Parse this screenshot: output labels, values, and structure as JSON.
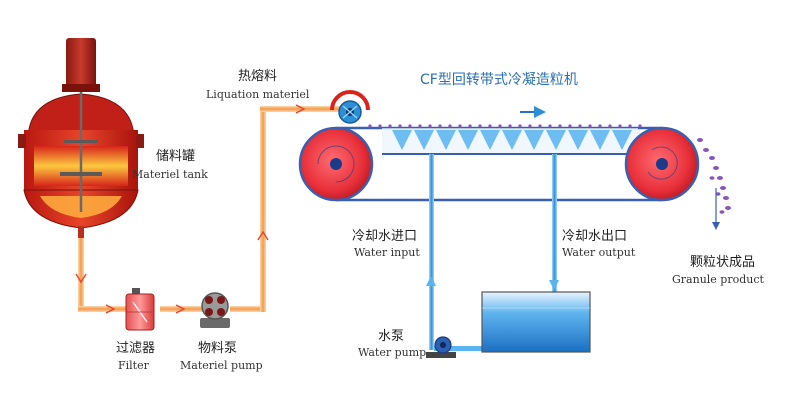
{
  "diagram": {
    "title": "CF型回转带式冷凝造粒机",
    "labels": {
      "tank_cn": "储料罐",
      "tank_en": "Materiel tank",
      "liquation_cn": "热熔料",
      "liquation_en": "Liquation materiel",
      "filter_cn": "过滤器",
      "filter_en": "Filter",
      "pump_cn": "物料泵",
      "pump_en": "Materiel pump",
      "water_in_cn": "冷却水进口",
      "water_in_en": "Water input",
      "water_out_cn": "冷却水出口",
      "water_out_en": "Water output",
      "water_pump_cn": "水泵",
      "water_pump_en": "Water pump",
      "granule_cn": "颗粒状成品",
      "granule_en": "Granule product"
    },
    "colors": {
      "tank_red": "#d8241b",
      "hot_orange": "#f5a623",
      "pipe_orange": "#f4a35a",
      "belt_blue": "#3a5fb0",
      "water_blue": "#2b8fd6",
      "roller_red": "#e8303a",
      "product_purple": "#8a55b8"
    }
  }
}
